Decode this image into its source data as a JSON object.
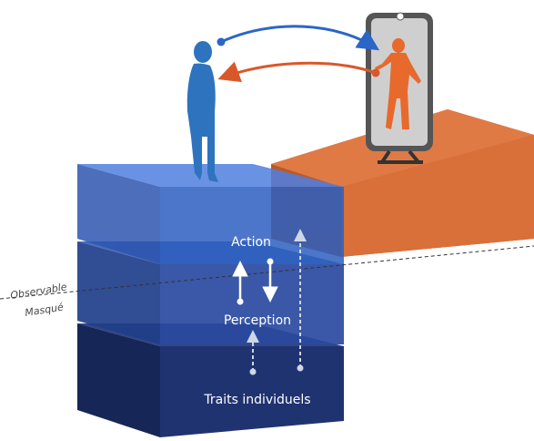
{
  "labels": {
    "action": "Action",
    "perception": "Perception",
    "traits": "Traits individuels",
    "observable": "Observable",
    "masque": "Masqué"
  },
  "colors": {
    "layer_top": "#2d5fc0",
    "layer_mid": "#2a4aa0",
    "layer_bottom": "#1f3370",
    "orange_block": "#d9703a",
    "arrow_blue": "#2a66c8",
    "arrow_orange": "#d9582a",
    "person_blue": "#2e73be",
    "person_orange": "#e8692c"
  }
}
